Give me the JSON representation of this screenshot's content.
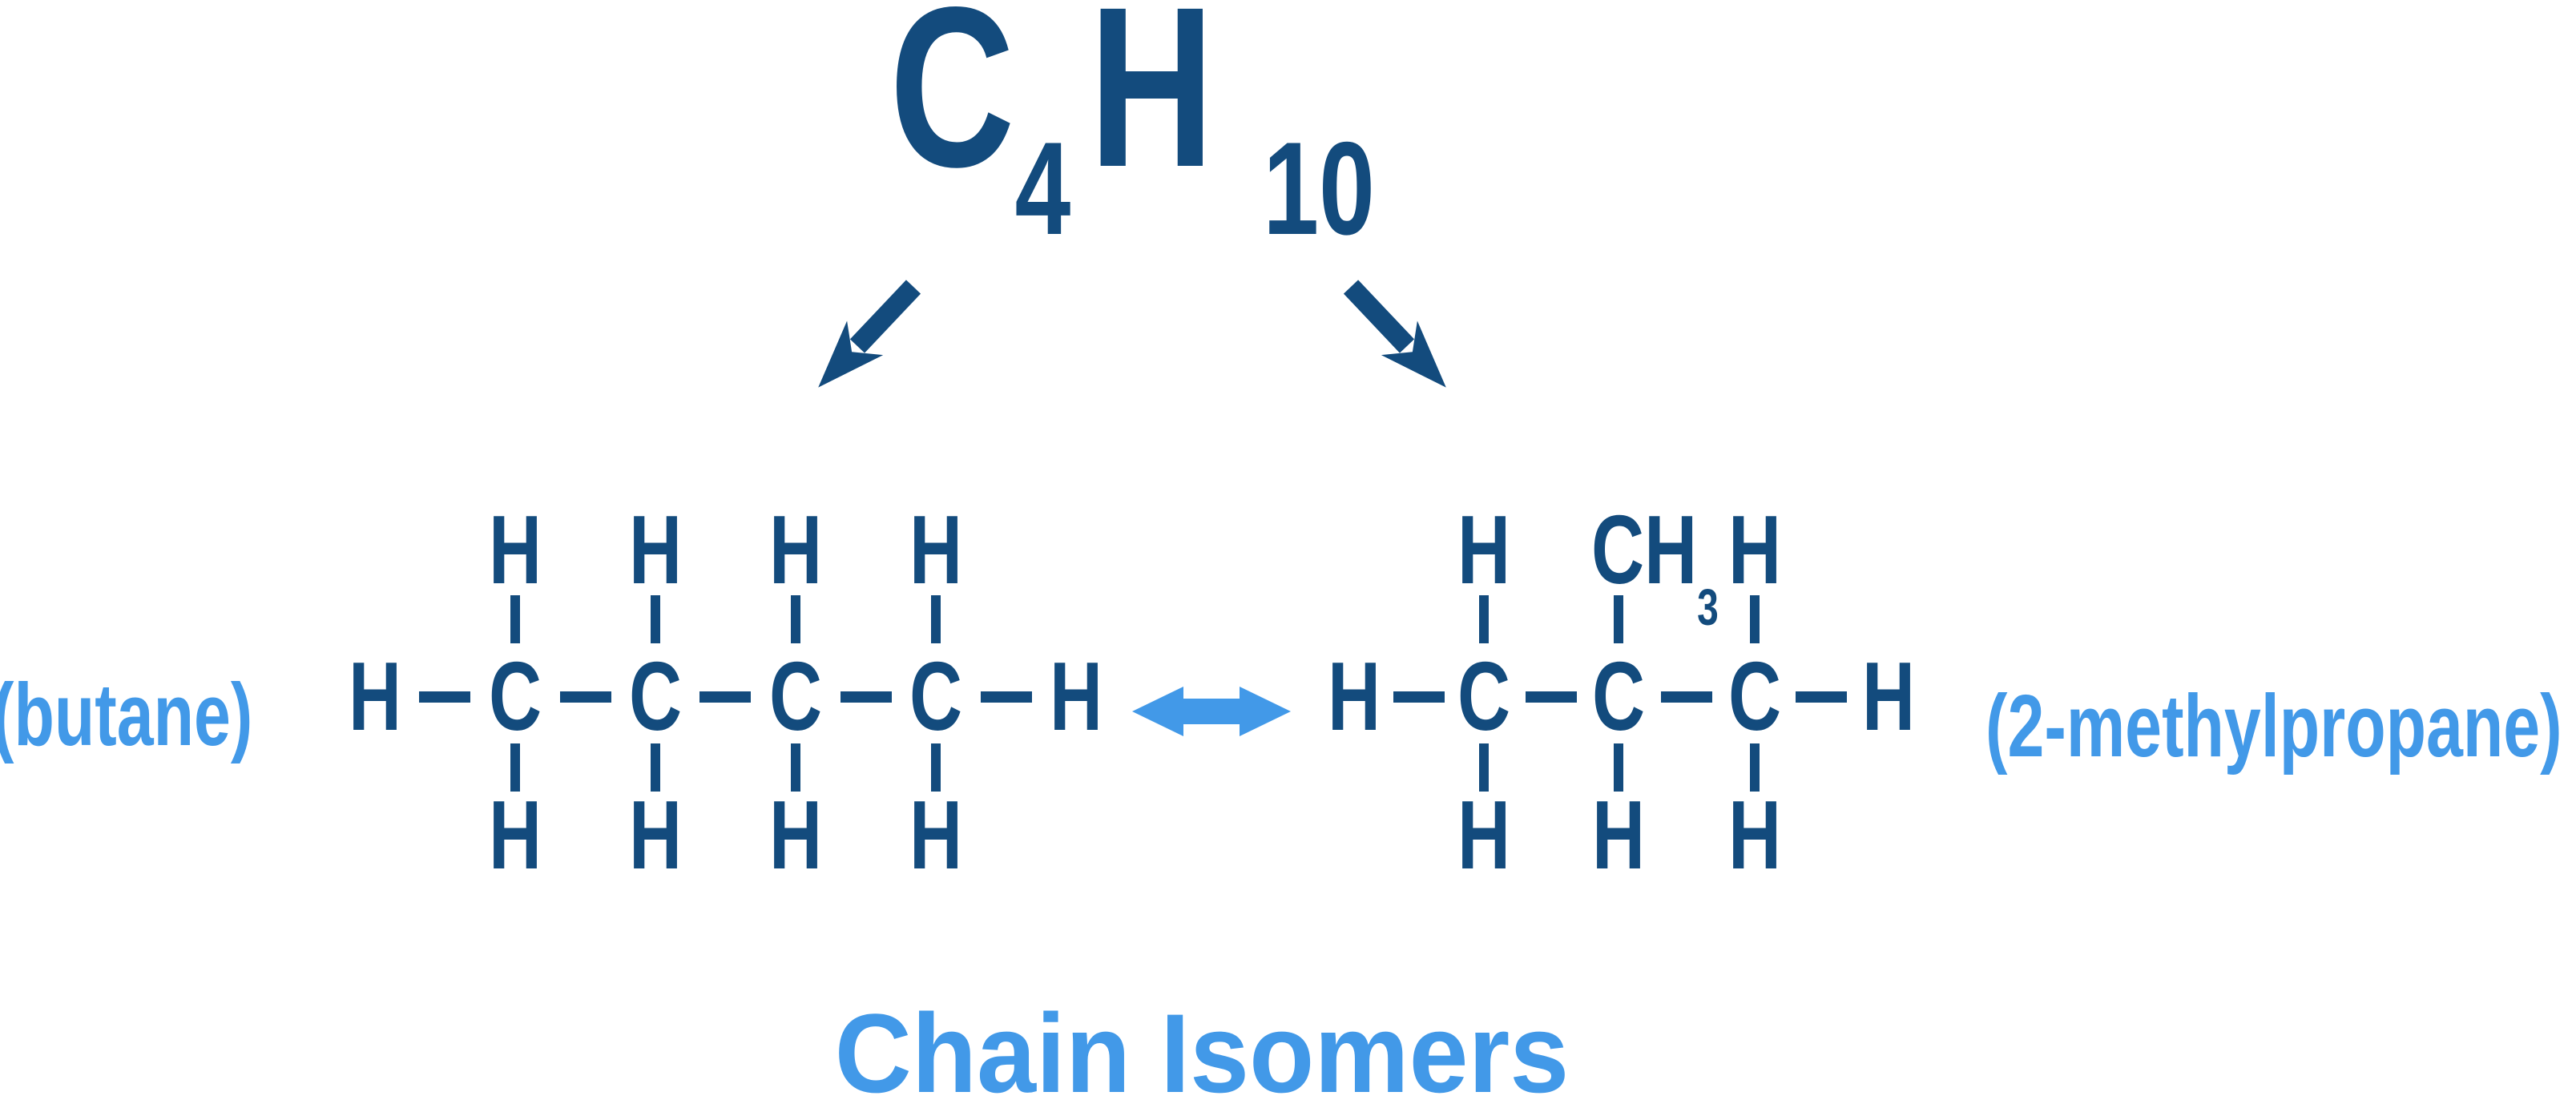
{
  "title": "Chain Isomers",
  "colors": {
    "dark_blue": "#134b7d",
    "light_blue": "#4299e8",
    "background": "#ffffff"
  },
  "formula": {
    "carbon": "C",
    "carbon_count": "4",
    "hydrogen": "H",
    "hydrogen_count": "10"
  },
  "icons": {
    "branch_arrow_left": "diagonal-down-left-arrow",
    "branch_arrow_right": "diagonal-down-right-arrow",
    "equivalence_arrow": "double-headed-horizontal-arrow"
  },
  "molecules": {
    "butane": {
      "label": "(butane)",
      "top_hydrogens": [
        "H",
        "H",
        "H",
        "H"
      ],
      "chain": [
        "H",
        "C",
        "C",
        "C",
        "C",
        "H"
      ],
      "bottom_hydrogens": [
        "H",
        "H",
        "H",
        "H"
      ]
    },
    "methylpropane": {
      "label": "(2-methylpropane)",
      "top_left_hydrogen": "H",
      "methyl": {
        "text": "CH",
        "subscript": "3"
      },
      "top_right_hydrogen": "H",
      "chain": [
        "H",
        "C",
        "C",
        "C",
        "H"
      ],
      "bottom_hydrogens": [
        "H",
        "H",
        "H"
      ]
    }
  }
}
